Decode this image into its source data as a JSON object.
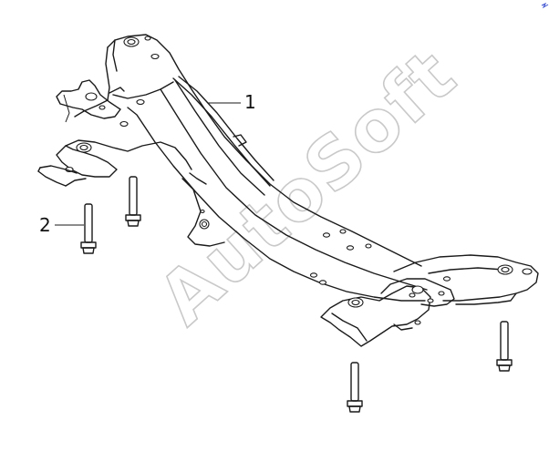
{
  "diagram": {
    "callouts": [
      {
        "id": "part-1",
        "label": "1"
      },
      {
        "id": "part-2",
        "label": "2"
      }
    ],
    "watermark": "AutoSoft",
    "colors": {
      "line": "#1a1a1a",
      "watermark": "#c9c9c9",
      "background": "#ffffff",
      "corner_mark": "#3a4fd0"
    }
  }
}
